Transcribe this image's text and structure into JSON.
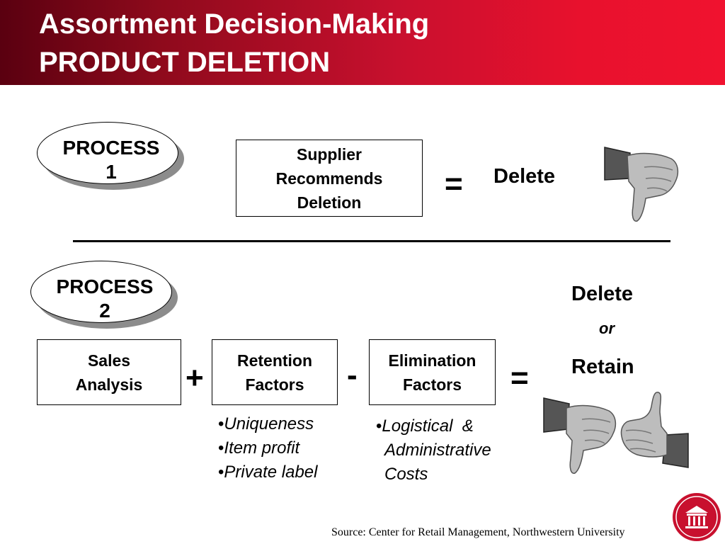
{
  "header": {
    "title_line1": "Assortment Decision-Making",
    "title_line2": "PRODUCT DELETION"
  },
  "process1": {
    "label_line1": "PROCESS",
    "label_line2": "1",
    "box_lines": [
      "Supplier",
      "Recommends",
      "Deletion"
    ],
    "equals": "=",
    "result": "Delete"
  },
  "process2": {
    "label_line1": "PROCESS",
    "label_line2": "2",
    "sales_box": [
      "Sales",
      "Analysis"
    ],
    "plus": "+",
    "retention_box": [
      "Retention",
      "Factors"
    ],
    "minus": "-",
    "elimination_box": [
      "Elimination",
      "Factors"
    ],
    "equals": "=",
    "result_delete": "Delete",
    "result_or": "or",
    "result_retain": "Retain",
    "retention_bullets": [
      "Uniqueness",
      "Item profit",
      "Private label"
    ],
    "elimination_bullets": [
      "Logistical  &",
      "Administrative",
      "Costs"
    ]
  },
  "footer": {
    "source": "Source: Center for Retail Management, Northwestern University"
  },
  "icons": [
    "thumbs-down-icon",
    "thumbs-up-icon",
    "university-seal-icon"
  ],
  "colors": {
    "header_dark": "#5a0010",
    "header_bright": "#f0122f",
    "seal": "#c8102e"
  }
}
